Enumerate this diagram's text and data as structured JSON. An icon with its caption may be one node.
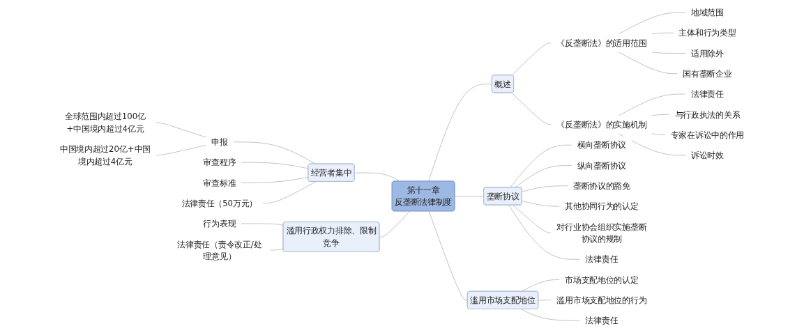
{
  "diagram": {
    "nodes": [
      {
        "text": [
          "第十一章",
          "反垄断法律制度"
        ]
      },
      {
        "text": [
          "经营者集中"
        ]
      },
      {
        "text": [
          "申报"
        ]
      },
      {
        "text": [
          "全球范围内超过100亿+中国境内超过4亿元"
        ]
      },
      {
        "text": [
          "中国境内超过20亿+中国境内超过4亿元"
        ]
      },
      {
        "text": [
          "审查程序"
        ]
      },
      {
        "text": [
          "审查标准"
        ]
      },
      {
        "text": [
          "法律责任（50万元）"
        ]
      },
      {
        "text": [
          "概述"
        ]
      },
      {
        "text": [
          "《反垄断法》的适用范围"
        ]
      },
      {
        "text": [
          "地域范围"
        ]
      },
      {
        "text": [
          "主体和行为类型"
        ]
      },
      {
        "text": [
          "适用除外"
        ]
      },
      {
        "text": [
          "国有垄断企业"
        ]
      },
      {
        "text": [
          "《反垄断法》的实施机制"
        ]
      },
      {
        "text": [
          "法律责任"
        ]
      },
      {
        "text": [
          "与行政执法的关系"
        ]
      },
      {
        "text": [
          "专家在诉讼中的作用"
        ]
      },
      {
        "text": [
          "诉讼时效"
        ]
      },
      {
        "text": [
          "垄断协议"
        ]
      },
      {
        "text": [
          "横向垄断协议"
        ]
      },
      {
        "text": [
          "纵向垄断协议"
        ]
      },
      {
        "text": [
          "垄断协议的豁免"
        ]
      },
      {
        "text": [
          "其他协同行为的认定"
        ]
      },
      {
        "text": [
          "对行业协会组织实施垄断协议的规制"
        ]
      },
      {
        "text": [
          "法律责任"
        ]
      },
      {
        "text": [
          "滥用行政权力排除、限制竞争"
        ]
      },
      {
        "text": [
          "行为表现"
        ]
      },
      {
        "text": [
          "法律责任（责令改正/处理意见）"
        ]
      },
      {
        "text": [
          "滥用市场支配地位"
        ]
      },
      {
        "text": [
          "市场支配地位的认定"
        ]
      },
      {
        "text": [
          "滥用市场支配地位的行为"
        ]
      },
      {
        "text": [
          "法律责任"
        ]
      }
    ],
    "edges": [
      {
        "from": 0,
        "to": 1,
        "arrow": "none"
      },
      {
        "from": 1,
        "to": 2,
        "arrow": "none"
      },
      {
        "from": 2,
        "to": 3,
        "arrow": "none"
      },
      {
        "from": 2,
        "to": 4,
        "arrow": "none"
      },
      {
        "from": 1,
        "to": 5,
        "arrow": "none"
      },
      {
        "from": 1,
        "to": 6,
        "arrow": "none"
      },
      {
        "from": 1,
        "to": 7,
        "arrow": "none"
      },
      {
        "from": 0,
        "to": 8,
        "arrow": "none"
      },
      {
        "from": 8,
        "to": 9,
        "arrow": "none"
      },
      {
        "from": 9,
        "to": 10,
        "arrow": "none"
      },
      {
        "from": 9,
        "to": 11,
        "arrow": "none"
      },
      {
        "from": 9,
        "to": 12,
        "arrow": "none"
      },
      {
        "from": 9,
        "to": 13,
        "arrow": "none"
      },
      {
        "from": 8,
        "to": 14,
        "arrow": "none"
      },
      {
        "from": 14,
        "to": 15,
        "arrow": "none"
      },
      {
        "from": 14,
        "to": 16,
        "arrow": "none"
      },
      {
        "from": 14,
        "to": 17,
        "arrow": "none"
      },
      {
        "from": 14,
        "to": 18,
        "arrow": "none"
      },
      {
        "from": 0,
        "to": 19,
        "arrow": "none"
      },
      {
        "from": 19,
        "to": 20,
        "arrow": "none"
      },
      {
        "from": 19,
        "to": 21,
        "arrow": "none"
      },
      {
        "from": 19,
        "to": 22,
        "arrow": "none"
      },
      {
        "from": 19,
        "to": 23,
        "arrow": "none"
      },
      {
        "from": 19,
        "to": 24,
        "arrow": "none"
      },
      {
        "from": 19,
        "to": 25,
        "arrow": "none"
      },
      {
        "from": 0,
        "to": 26,
        "arrow": "none"
      },
      {
        "from": 26,
        "to": 27,
        "arrow": "none"
      },
      {
        "from": 26,
        "to": 28,
        "arrow": "none"
      },
      {
        "from": 0,
        "to": 29,
        "arrow": "none"
      },
      {
        "from": 29,
        "to": 30,
        "arrow": "none"
      },
      {
        "from": 29,
        "to": 31,
        "arrow": "none"
      },
      {
        "from": 29,
        "to": 32,
        "arrow": "none"
      }
    ]
  }
}
